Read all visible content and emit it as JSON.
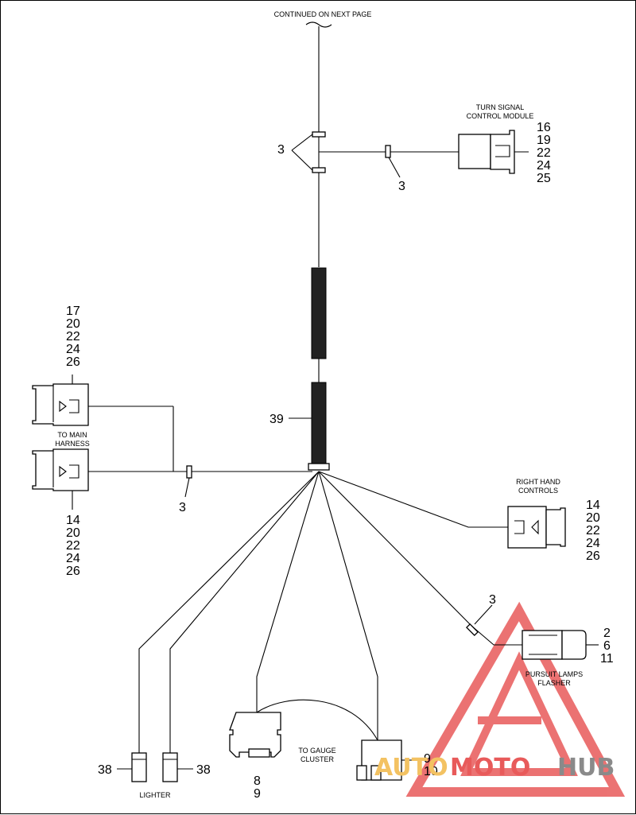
{
  "header": {
    "continued": "CONTINUED ON NEXT PAGE"
  },
  "turn_signal": {
    "label_line1": "TURN SIGNAL",
    "label_line2": "CONTROL MODULE",
    "pins": [
      "16",
      "19",
      "22",
      "24",
      "25"
    ],
    "clip_ref": "3",
    "branch_ref": "3"
  },
  "main_harness": {
    "label_line1": "TO MAIN",
    "label_line2": "HARNESS",
    "top_pins": [
      "17",
      "20",
      "22",
      "24",
      "26"
    ],
    "bottom_pins": [
      "14",
      "20",
      "22",
      "24",
      "26"
    ],
    "clip_ref": "3"
  },
  "conduit": {
    "ref": "39"
  },
  "right_hand": {
    "label_line1": "RIGHT HAND",
    "label_line2": "CONTROLS",
    "pins": [
      "14",
      "20",
      "22",
      "24",
      "26"
    ]
  },
  "pursuit": {
    "label_line1": "PURSUIT LAMPS",
    "label_line2": "FLASHER",
    "pins": [
      "2",
      "6",
      "11"
    ],
    "clip_ref": "3"
  },
  "gauge": {
    "label_line1": "TO GAUGE",
    "label_line2": "CLUSTER",
    "left_pins": [
      "8",
      "9"
    ],
    "right_pins": [
      "9",
      "10"
    ]
  },
  "lighter": {
    "label": "LIGHTER",
    "left_ref": "38",
    "right_ref": "38"
  },
  "watermark": {
    "part1": "AUTO",
    "part2": "MOTO",
    "part3": "HUB"
  },
  "colors": {
    "watermark_red": "#e85a5a",
    "watermark_yellow": "#f3c262",
    "watermark_gray": "#8a8a8a"
  }
}
